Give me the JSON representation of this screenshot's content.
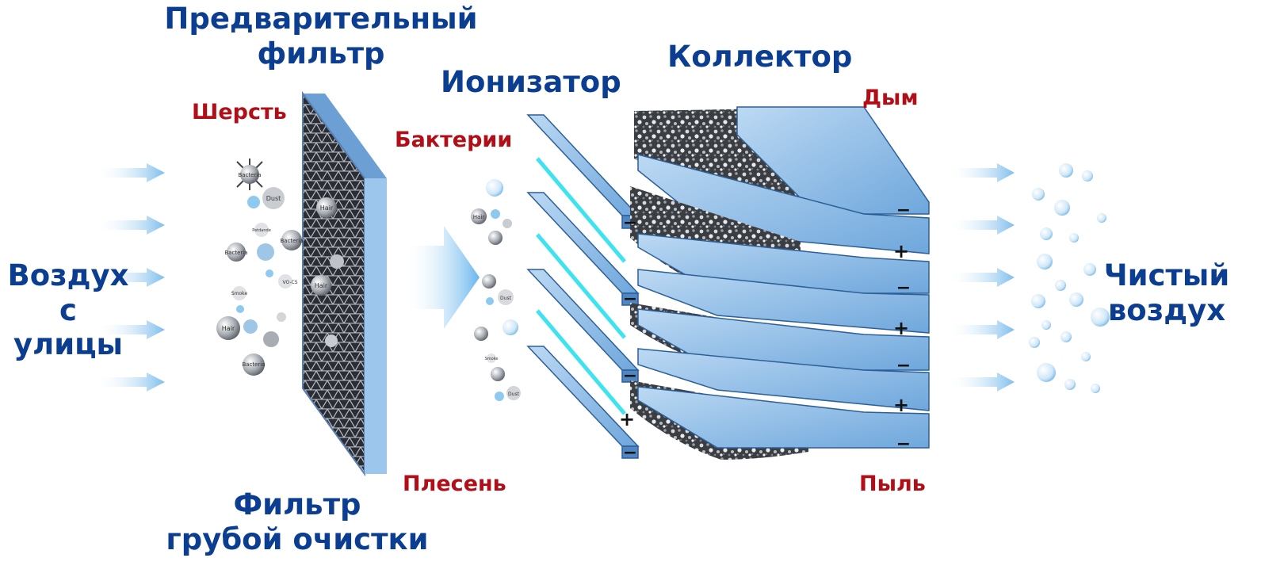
{
  "labels": {
    "prefilter": "Предварительный\nфильтр",
    "ionizer": "Ионизатор",
    "collector": "Коллектор",
    "air_in": "Воздух\nс улицы",
    "clean_air": "Чистый\nвоздух",
    "coarse_filter": "Фильтр\nгрубой очистки"
  },
  "contaminants": {
    "wool": "Шерсть",
    "bacteria": "Бактерии",
    "smoke": "Дым",
    "mold": "Плесень",
    "dust": "Пыль"
  },
  "particles": {
    "bacteria": "Bacteria",
    "dust": "Dust",
    "hair": "Hair",
    "smoke": "Smoke",
    "vocs": "VO-CS",
    "pet": "Petdande"
  },
  "polarity": {
    "neg": "−",
    "pos": "+"
  },
  "colors": {
    "label_blue": "#0b3d91",
    "label_red": "#b10f17",
    "plate_blue": "#8fbde8",
    "uv_cyan": "#3fe3f0",
    "arrow_blue": "#8ec9ef"
  }
}
